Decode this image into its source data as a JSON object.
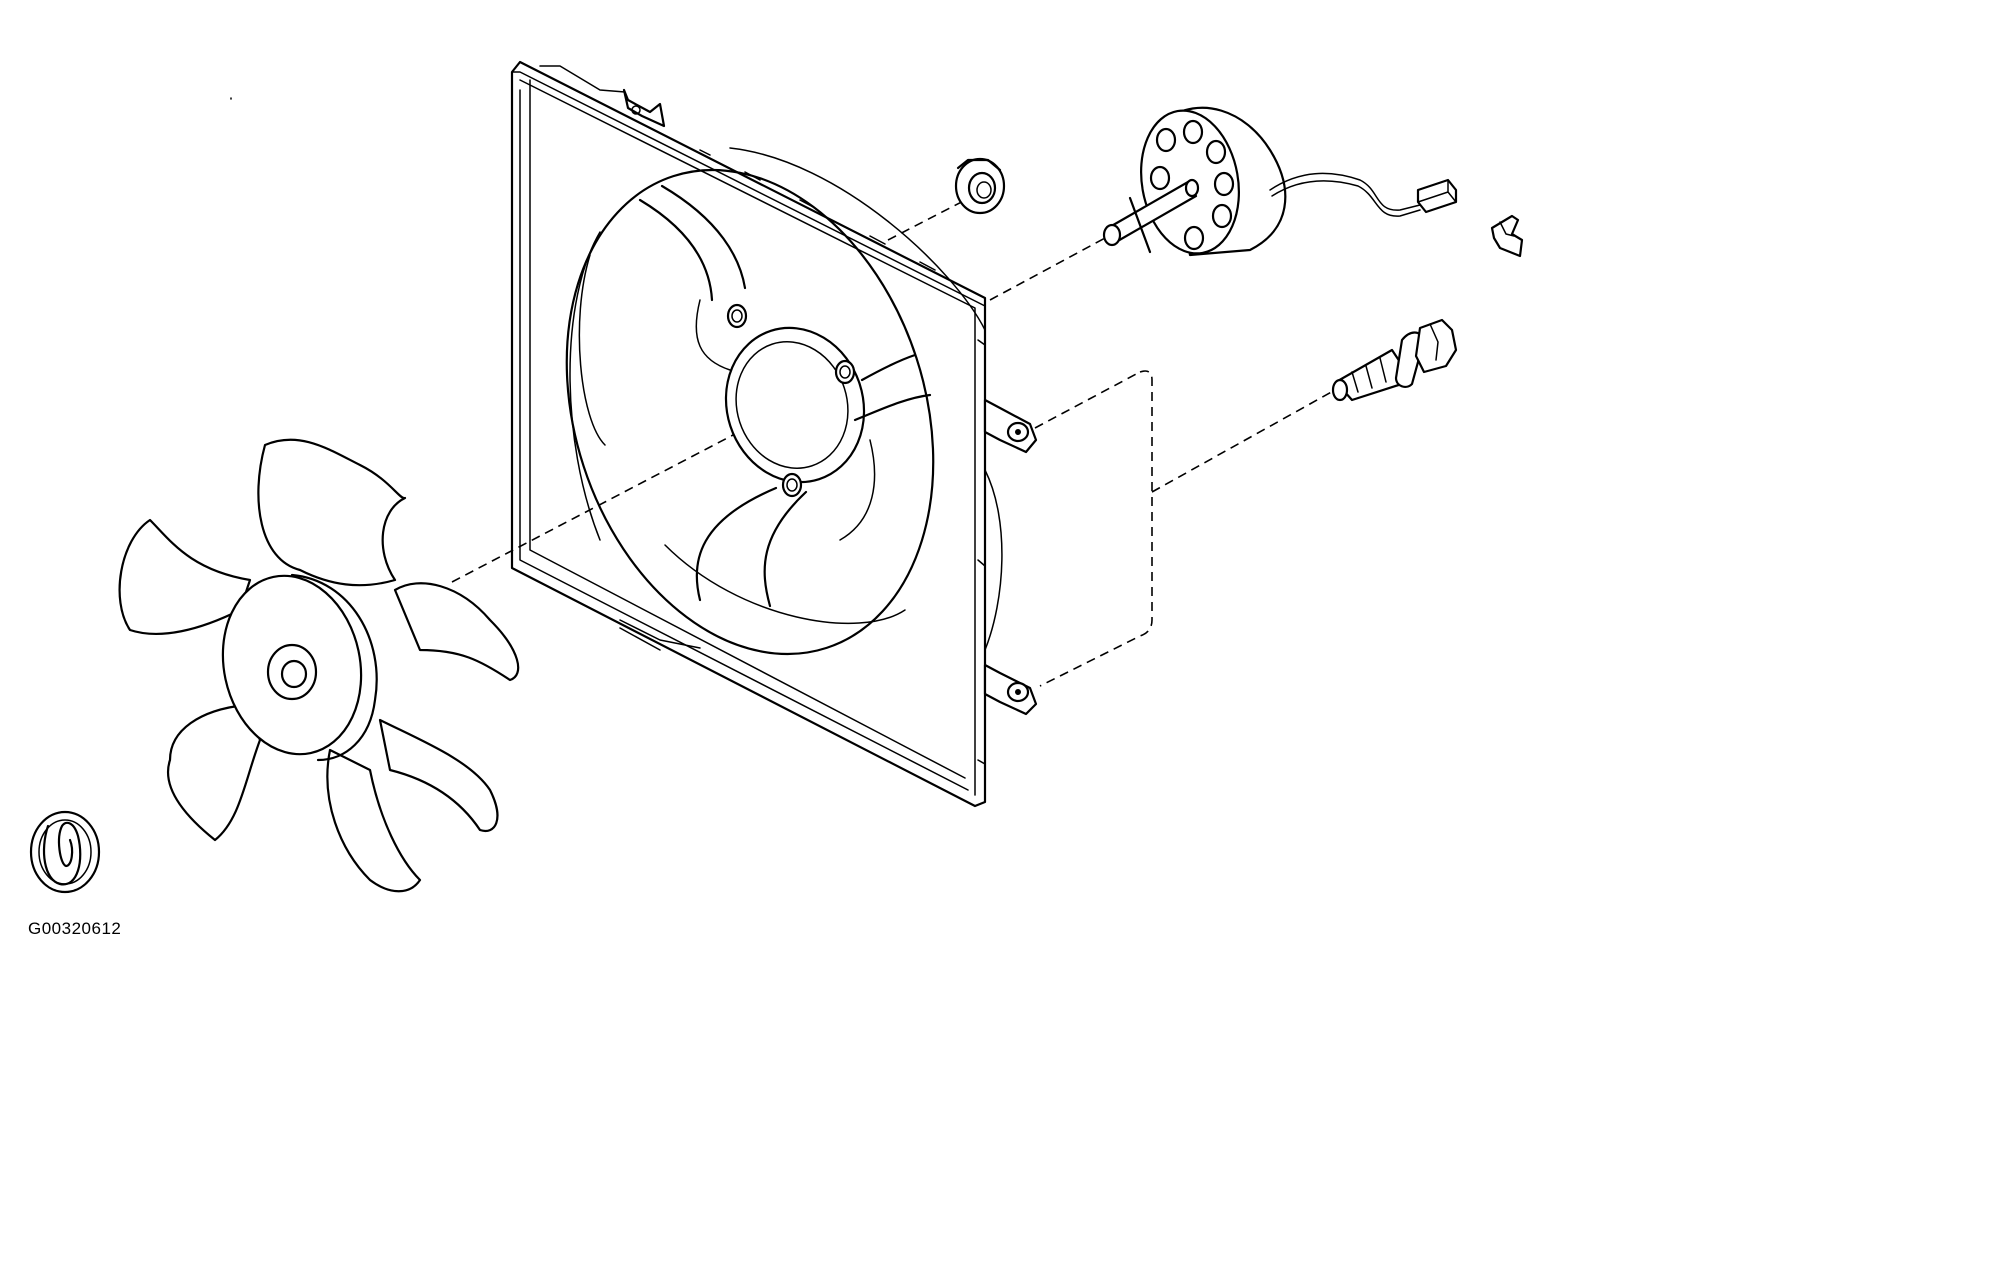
{
  "figure": {
    "id_label": "G00320612"
  },
  "parts": [
    {
      "name": "cooling-fan-blade"
    },
    {
      "name": "fan-shroud"
    },
    {
      "name": "flange-nut"
    },
    {
      "name": "fan-motor"
    },
    {
      "name": "motor-connector"
    },
    {
      "name": "connector-clip"
    },
    {
      "name": "mounting-bolt"
    },
    {
      "name": "replace-part-symbol"
    }
  ],
  "icons": {
    "replace_symbol": "circular-arrow-icon"
  }
}
